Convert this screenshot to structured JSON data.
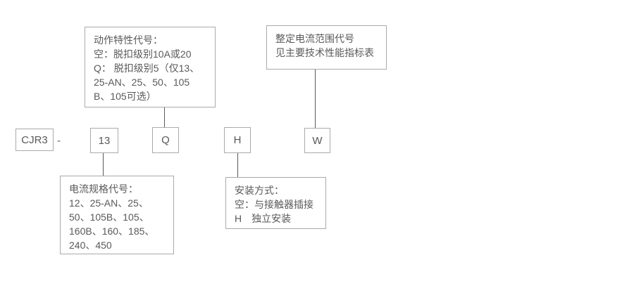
{
  "diagram": {
    "model": {
      "prefix": "CJR3",
      "separator": "-",
      "codes": [
        "13",
        "Q",
        "H",
        "W"
      ]
    },
    "notes": {
      "action": {
        "lines": [
          "动作特性代号：",
          "空：脱扣级别10A或20",
          "Q： 脱扣级别5（仅13、",
          "25-AN、25、50、105",
          "B、105可选）"
        ]
      },
      "current_range": {
        "lines": [
          "整定电流范围代号",
          "见主要技术性能指标表"
        ]
      },
      "current_spec": {
        "lines": [
          "电流规格代号：",
          "12、25-AN、25、",
          "50、105B、105、",
          "160B、160、185、",
          "240、450"
        ]
      },
      "mounting": {
        "lines": [
          "安装方式：",
          "空：与接触器插接",
          "H　独立安装"
        ]
      }
    },
    "colors": {
      "background": "#ffffff",
      "box_border": "#aaaaaa",
      "connector": "#595959",
      "text": "#595959"
    }
  }
}
